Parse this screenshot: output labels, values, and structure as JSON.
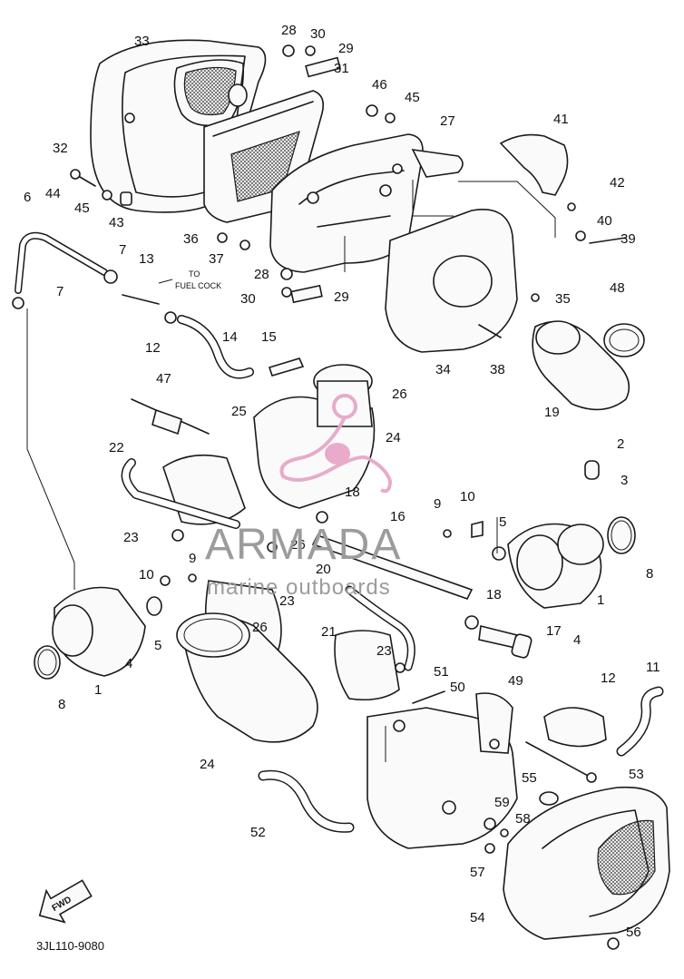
{
  "diagram": {
    "part_number": "3JL110-9080",
    "fwd_label": "FWD",
    "fuel_cock_label": [
      "TO",
      "FUEL COCK"
    ],
    "watermark": {
      "brand": "ARMADA",
      "tagline": "marine outboards",
      "logo_color": "#e8a7c8",
      "text_color": "#9c9c9c"
    },
    "callouts": [
      "33",
      "28",
      "30",
      "29",
      "31",
      "46",
      "45",
      "27",
      "41",
      "32",
      "44",
      "45",
      "43",
      "42",
      "40",
      "39",
      "6",
      "7",
      "13",
      "36",
      "37",
      "28",
      "30",
      "29",
      "35",
      "48",
      "7",
      "12",
      "14",
      "15",
      "34",
      "38",
      "26",
      "47",
      "19",
      "25",
      "24",
      "2",
      "3",
      "22",
      "18",
      "16",
      "9",
      "10",
      "5",
      "23",
      "26",
      "20",
      "9",
      "8",
      "10",
      "23",
      "1",
      "18",
      "17",
      "21",
      "4",
      "26",
      "5",
      "4",
      "8",
      "1",
      "23",
      "51",
      "12",
      "11",
      "50",
      "49",
      "24",
      "53",
      "55",
      "59",
      "58",
      "52",
      "57",
      "54",
      "56"
    ]
  }
}
